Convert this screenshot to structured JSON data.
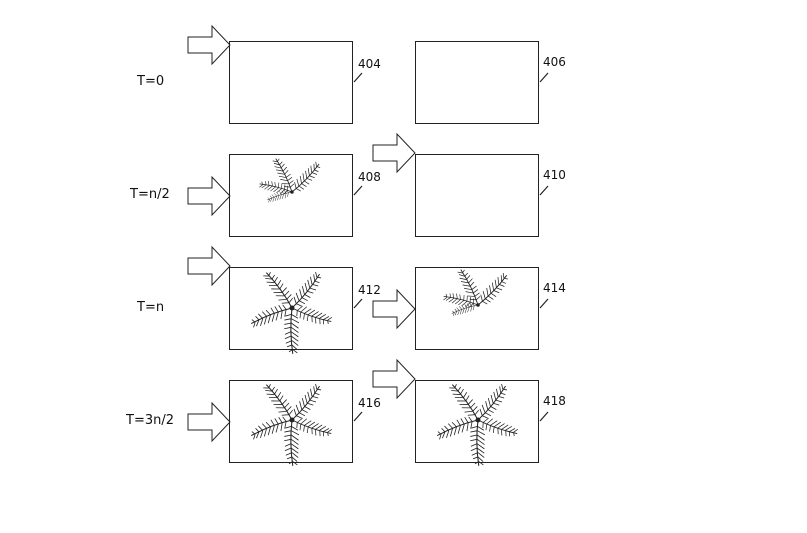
{
  "rows": [
    {
      "label": "T=0"
    },
    {
      "label": "T=n/2"
    },
    {
      "label": "T=n"
    },
    {
      "label": "T=3n/2"
    }
  ],
  "frames": [
    {
      "ref": "404",
      "plant": "none"
    },
    {
      "ref": "406",
      "plant": "none"
    },
    {
      "ref": "408",
      "plant": "partial"
    },
    {
      "ref": "410",
      "plant": "none"
    },
    {
      "ref": "412",
      "plant": "full"
    },
    {
      "ref": "414",
      "plant": "partial"
    },
    {
      "ref": "416",
      "plant": "full"
    },
    {
      "ref": "418",
      "plant": "full"
    }
  ],
  "colors": {
    "line": "#222222",
    "arrow_fill": "#ffffff",
    "background": "#ffffff"
  }
}
